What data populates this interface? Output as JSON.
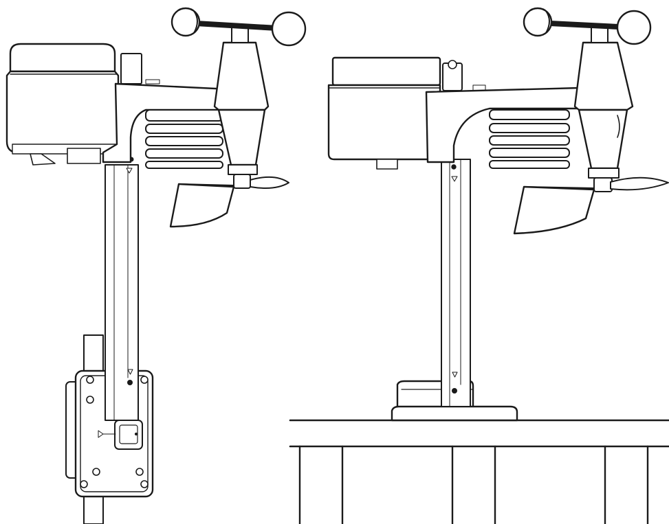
{
  "figure": {
    "views": [
      {
        "id": "pole-mount",
        "mount": "pole"
      },
      {
        "id": "railing-mount",
        "mount": "railing"
      }
    ],
    "colors": {
      "line": "#1a1a1a",
      "background": "#ffffff"
    }
  }
}
